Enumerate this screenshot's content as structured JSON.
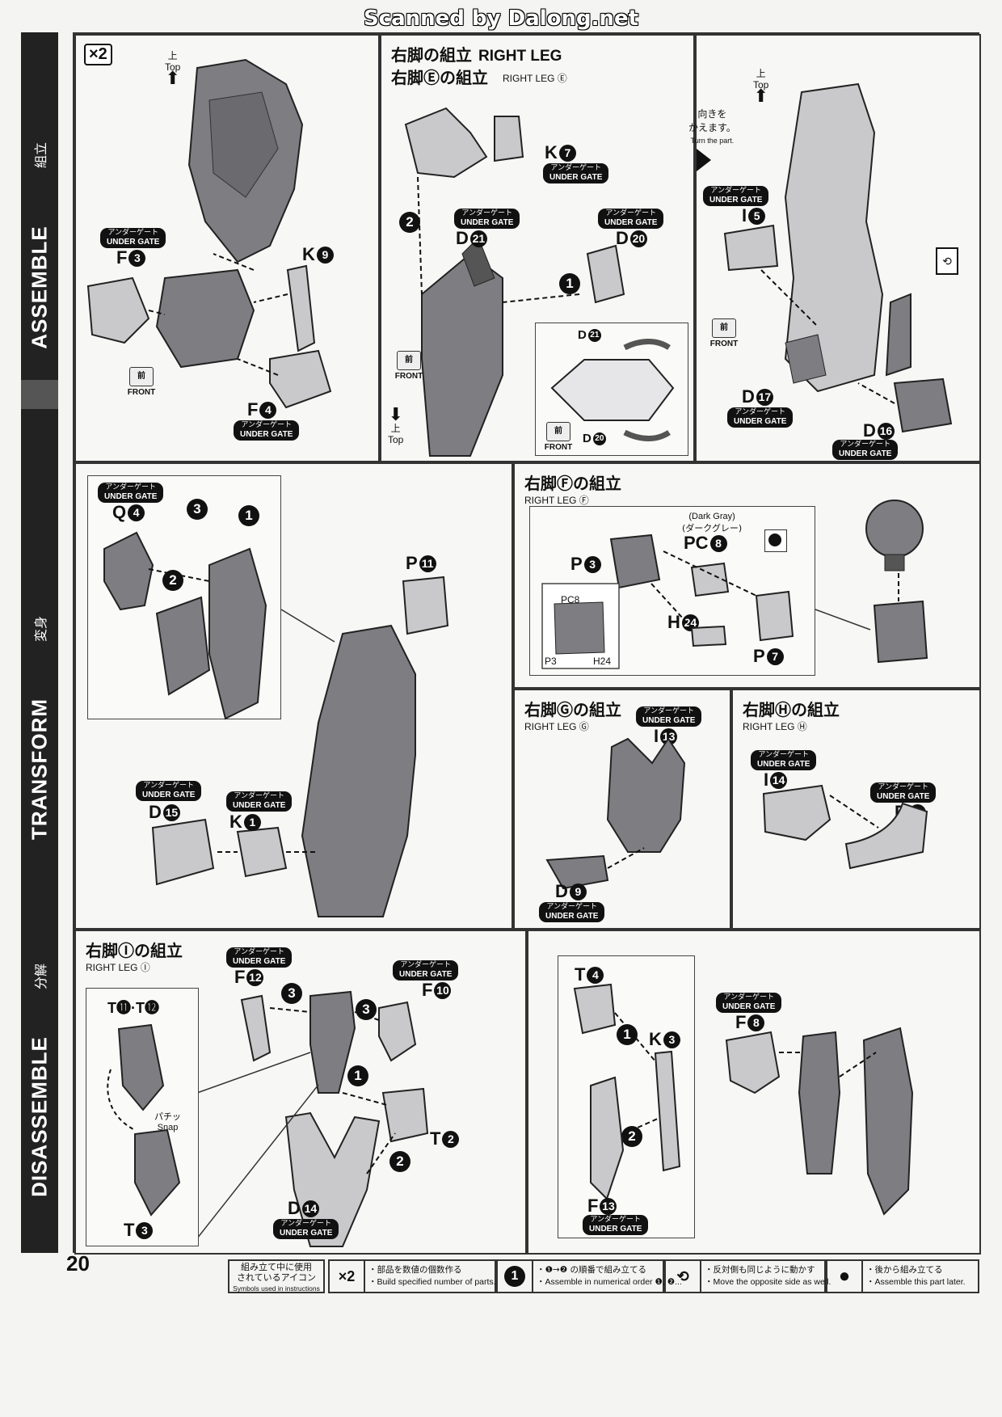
{
  "watermark": "Scanned by Dalong.net",
  "page_number": "20",
  "sidebar": {
    "assemble_en": "ASSEMBLE",
    "assemble_jp": "組立",
    "transform_en": "TRANSFORM",
    "transform_jp": "変身",
    "disassemble_en": "DISASSEMBLE",
    "disassemble_jp": "分解"
  },
  "common": {
    "gate_jp": "アンダーゲート",
    "gate_en": "UNDER GATE",
    "front_jp": "前",
    "front_en": "FRONT",
    "top_jp": "上",
    "top_en": "Top"
  },
  "panel1": {
    "multiplier": "×2",
    "parts": {
      "f3": "F",
      "k9": "K",
      "f4": "F"
    }
  },
  "panel2": {
    "title_jp": "右脚の組立",
    "title_en": "RIGHT LEG",
    "subtitle_jp": "右脚Ⓔの組立",
    "subtitle_en": "RIGHT LEG Ⓔ",
    "parts": {
      "k7": "K",
      "d21": "D",
      "d20": "D",
      "d21b": "D",
      "d20b": "D"
    }
  },
  "panel3": {
    "turn_jp_1": "向きを",
    "turn_jp_2": "かえます。",
    "turn_en": "Turn the part.",
    "parts": {
      "i5": "I",
      "d17": "D",
      "d16": "D"
    }
  },
  "panel4": {
    "parts": {
      "q4": "Q",
      "p11": "P",
      "d15": "D",
      "k1": "K"
    }
  },
  "panel5": {
    "title_jp": "右脚Ⓕの組立",
    "title_en": "RIGHT LEG Ⓕ",
    "dark_gray_en": "(Dark Gray)",
    "dark_gray_jp": "(ダークグレー)",
    "parts": {
      "pc8": "PC",
      "p3": "P",
      "h24": "H",
      "p7": "P"
    },
    "inset_labels": {
      "pc8": "PC8",
      "p3": "P3",
      "h24": "H24"
    }
  },
  "panel6": {
    "title_jp": "右脚Ⓖの組立",
    "title_en": "RIGHT LEG Ⓖ",
    "parts": {
      "i13": "I",
      "d9": "D"
    }
  },
  "panel7": {
    "title_jp": "右脚Ⓗの組立",
    "title_en": "RIGHT LEG Ⓗ",
    "parts": {
      "i14": "I",
      "d4": "D"
    }
  },
  "panel8": {
    "title_jp": "右脚Ⓘの組立",
    "title_en": "RIGHT LEG Ⓘ",
    "snap_jp": "パチッ",
    "snap_en": "Snap",
    "parts": {
      "f12": "F",
      "f10": "F",
      "t2": "T",
      "d14": "D",
      "t11t12": "T⓫·T⓬",
      "t3": "T"
    }
  },
  "panel9": {
    "parts": {
      "t4": "T",
      "k3": "K",
      "f13": "F",
      "f8": "F"
    }
  },
  "footer": {
    "legend_title_jp_1": "組み立て中に使用",
    "legend_title_jp_2": "されているアイコン",
    "legend_title_en": "Symbols used in instructions",
    "items": [
      {
        "icon": "×2",
        "jp": "・部品を数値の個数作る",
        "en": "・Build specified number of parts."
      },
      {
        "icon": "1",
        "jp": "・❶→❷ の順番で組み立てる",
        "en": "・Assemble in numerical order ❶, ❷..."
      },
      {
        "icon": "⟲",
        "jp": "・反対側も同じように動かす",
        "en": "・Move the opposite side as well."
      },
      {
        "icon": "●",
        "jp": "・後から組み立てる",
        "en": "・Assemble this part later."
      }
    ]
  },
  "colors": {
    "part_fill": "#7d7d82",
    "part_light": "#c9c9cc",
    "ink": "#111111"
  }
}
